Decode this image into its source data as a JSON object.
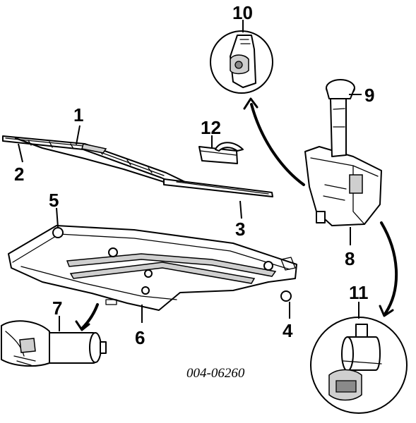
{
  "diagram": {
    "callouts": [
      "1",
      "2",
      "3",
      "4",
      "5",
      "6",
      "7",
      "8",
      "9",
      "10",
      "11",
      "12"
    ],
    "reference_code": "004-06260"
  }
}
